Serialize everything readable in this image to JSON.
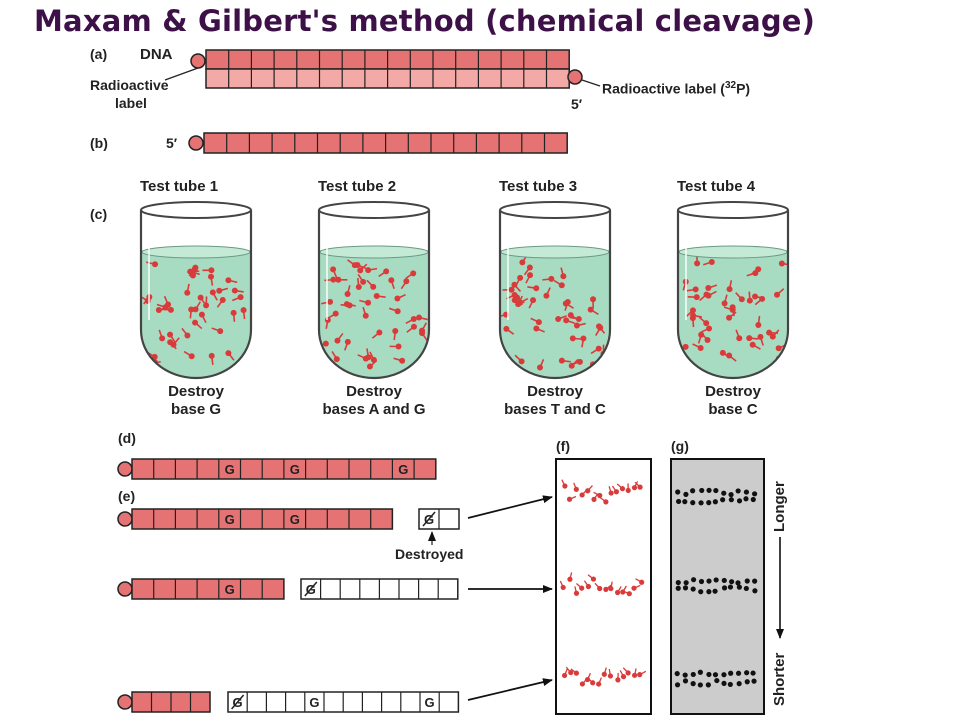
{
  "title": "Maxam & Gilbert's method (chemical cleavage)",
  "panels": {
    "a": "(a)",
    "b": "(b)",
    "c": "(c)",
    "d": "(d)",
    "e": "(e)",
    "f": "(f)",
    "g": "(g)"
  },
  "labels": {
    "dna": "DNA",
    "radioactive_label_line1": "Radioactive",
    "radioactive_label_line2": "label",
    "radioactive_label_32p": "Radioactive label (",
    "isotope_sup": "32",
    "isotope_tail": "P)",
    "five_prime_a": "5′",
    "five_prime_b": "5′",
    "destroyed": "Destroyed",
    "longer": "Longer",
    "shorter": "Shorter"
  },
  "tubes": [
    {
      "name": "Test tube 1",
      "line1": "Destroy",
      "line2": "base G"
    },
    {
      "name": "Test tube 2",
      "line1": "Destroy",
      "line2": "bases A and G"
    },
    {
      "name": "Test tube 3",
      "line1": "Destroy",
      "line2": "bases T and C"
    },
    {
      "name": "Test tube 4",
      "line1": "Destroy",
      "line2": "base C"
    }
  ],
  "base_letter": "G",
  "colors": {
    "title": "#3d1048",
    "strand_fill": "#e57373",
    "strand_light": "#f3a9a6",
    "liquid": "#a8dcc2",
    "molecule": "#d93b3b",
    "gel_g": "#cccccc",
    "band_black": "#111111"
  }
}
